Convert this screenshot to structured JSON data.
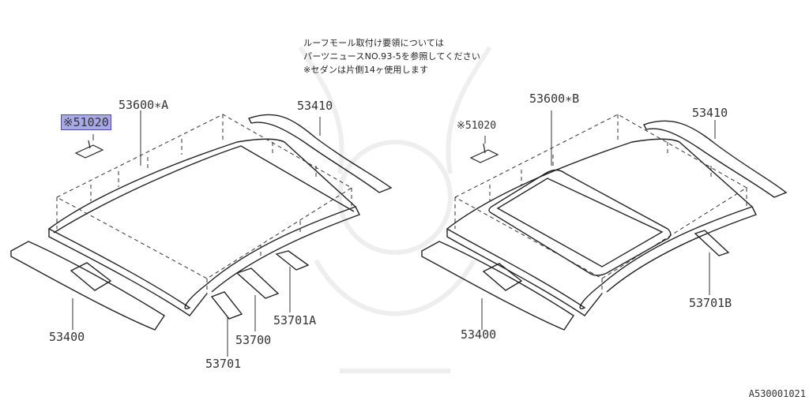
{
  "notes": [
    "ルーフモール取付け要領については",
    "パーツニュースNO.93-5を参照してください",
    "※セダンは片側14ヶ使用します"
  ],
  "left_assembly": {
    "clip": "※51020",
    "roof_panel": "53600∗A",
    "rail_right": "53410",
    "front_rail": "53400",
    "bow_rear": "53701A",
    "bow_mid": "53700",
    "bow_front": "53701"
  },
  "right_assembly": {
    "clip": "※51020",
    "roof_panel": "53600∗B",
    "rail_right": "53410",
    "front_rail": "53400",
    "bow": "53701B"
  },
  "diagram_code": "A530001021"
}
